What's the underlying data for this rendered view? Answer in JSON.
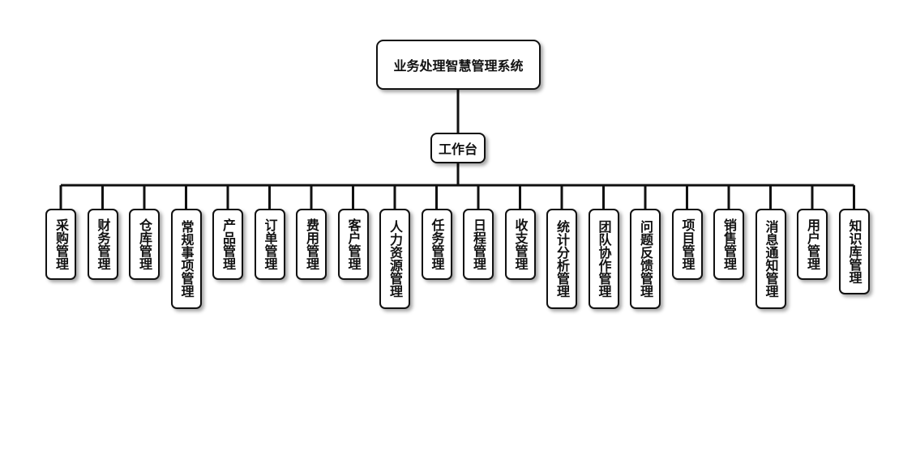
{
  "diagram": {
    "root": "业务处理智慧管理系统",
    "hub": "工作台",
    "modules": [
      "采购管理",
      "财务管理",
      "仓库管理",
      "常规事项管理",
      "产品管理",
      "订单管理",
      "费用管理",
      "客户管理",
      "人力资源管理",
      "任务管理",
      "日程管理",
      "收支管理",
      "统计分析管理",
      "团队协作管理",
      "问题反馈管理",
      "项目管理",
      "销售管理",
      "消息通知管理",
      "用户管理",
      "知识库管理"
    ]
  },
  "colors": {
    "line": "#111111",
    "box_border": "#111111",
    "box_fill": "#ffffff",
    "text": "#111111"
  }
}
